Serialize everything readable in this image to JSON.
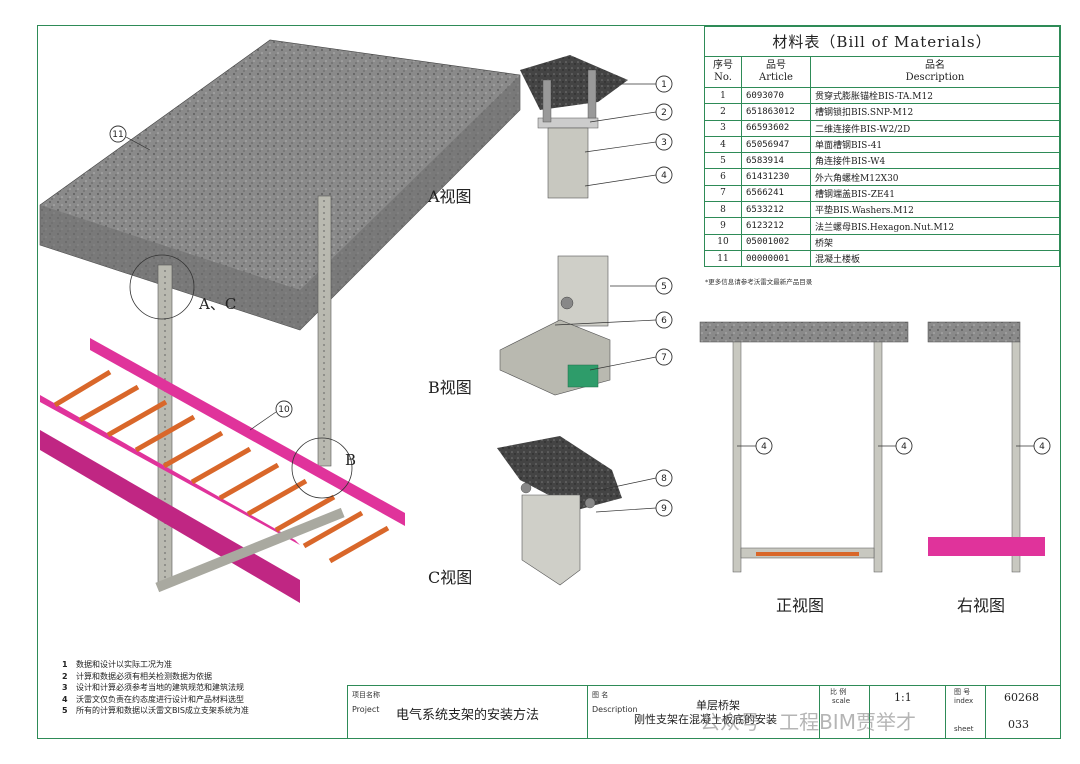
{
  "bom": {
    "title": "材料表（Bill of Materials）",
    "headers": {
      "no_cn": "序号",
      "no_en": "No.",
      "article_cn": "品号",
      "article_en": "Article",
      "desc_cn": "品名",
      "desc_en": "Description"
    },
    "rows": [
      {
        "no": "1",
        "article": "6093070",
        "desc": "贯穿式膨胀锚栓BIS-TA.M12"
      },
      {
        "no": "2",
        "article": "651863012",
        "desc": "槽钢锁扣BIS.SNP-M12"
      },
      {
        "no": "3",
        "article": "66593602",
        "desc": "二维连接件BIS-W2/2D"
      },
      {
        "no": "4",
        "article": "65056947",
        "desc": "单面槽钢BIS-41"
      },
      {
        "no": "5",
        "article": "6583914",
        "desc": "角连接件BIS-W4"
      },
      {
        "no": "6",
        "article": "61431230",
        "desc": "外六角螺栓M12X30"
      },
      {
        "no": "7",
        "article": "6566241",
        "desc": "槽钢端盖BIS-ZE41"
      },
      {
        "no": "8",
        "article": "6533212",
        "desc": "平垫BIS.Washers.M12"
      },
      {
        "no": "9",
        "article": "6123212",
        "desc": "法兰螺母BIS.Hexagon.Nut.M12"
      },
      {
        "no": "10",
        "article": "05001002",
        "desc": "桥架"
      },
      {
        "no": "11",
        "article": "00000001",
        "desc": "混凝土楼板"
      }
    ],
    "note": "*更多信息请参考沃雷文最新产品目录"
  },
  "views": {
    "a": "A视图",
    "b": "B视图",
    "c": "C视图",
    "front": "正视图",
    "right": "右视图",
    "ac_marker": "A、C",
    "b_marker": "B"
  },
  "callouts": [
    "1",
    "2",
    "3",
    "4",
    "5",
    "6",
    "7",
    "8",
    "9",
    "10",
    "11"
  ],
  "notes": [
    {
      "n": "1",
      "text": "数据和设计以实际工况为准"
    },
    {
      "n": "2",
      "text": "计算和数据必须有相关检测数据为依据"
    },
    {
      "n": "3",
      "text": "设计和计算必须参考当地的建筑规范和建筑法规"
    },
    {
      "n": "4",
      "text": "沃雷文仅负责在约态度进行设计和产品材料选型"
    },
    {
      "n": "5",
      "text": "所有的计算和数据以沃雷文BIS成立支架系统为准"
    }
  ],
  "title_block": {
    "project_cn": "项目名称",
    "project_en": "Project",
    "project_value": "电气系统支架的安装方法",
    "desc_cn": "图 名",
    "desc_en": "Description",
    "desc_line1": "单层桥架",
    "desc_line2": "刚性支架在混凝土板底的安装",
    "scale_cn": "比 例",
    "scale_en": "scale",
    "scale_value": "1:1",
    "index_cn": "图 号",
    "index_en": "index",
    "index_value": "60268",
    "sheet_en": "sheet",
    "sheet_value": "033"
  },
  "watermark": "公众号 · 工程BIM贾举才",
  "colors": {
    "frame": "#2e8b57",
    "concrete": "#7a7a7a",
    "tray": "#e0339b",
    "rung": "#d9672a",
    "steel": "#b9b9b0"
  }
}
